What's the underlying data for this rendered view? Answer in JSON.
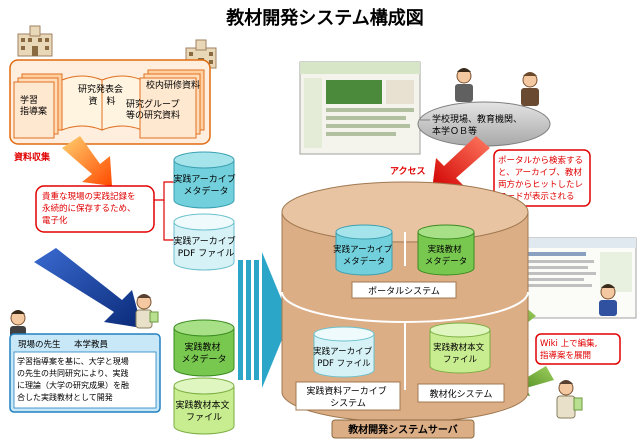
{
  "title": "教材開発システム構成図",
  "sources": {
    "col1": [
      "学習",
      "指導案"
    ],
    "col2": [
      "研究発表会",
      "資　料"
    ],
    "col3a": "校内研修資料",
    "col3b": [
      "研究グループ",
      "等の研究資料"
    ]
  },
  "label_collect": "資料収集",
  "label_access": "アクセス",
  "callout_digitize": [
    "貴重な現場の実践記録を",
    "永続的に保存するため、",
    "電子化"
  ],
  "callout_search": [
    "ポータルから検索する",
    "と、アーカイブ、教材",
    "両方からヒットしたレ",
    "コードが表示される"
  ],
  "callout_wiki": [
    "Wiki 上で編集,",
    "指導案を展開"
  ],
  "users_bubble": [
    "学校現場、教育機関、",
    "本学ＯＢ等"
  ],
  "teacher_box": {
    "header_a": "現場の先生",
    "header_b": "本学教員",
    "body": [
      "学習指導案を基に、大学と現場",
      "の先生の共同研究により、実践",
      "に理論（大学の研究成果）を融",
      "合した実践教材として開発"
    ]
  },
  "left_dbs": {
    "archive_meta": [
      "実践アーカイブ",
      "メタデータ"
    ],
    "archive_pdf": [
      "実践アーカイブ",
      "PDF ファイル"
    ],
    "material_meta": [
      "実践教材",
      "メタデータ"
    ],
    "material_body": [
      "実践教材本文",
      "ファイル"
    ]
  },
  "server": {
    "archive_meta": [
      "実践アーカイブ",
      "メタデータ"
    ],
    "material_meta": [
      "実践教材",
      "メタデータ"
    ],
    "portal": "ポータルシステム",
    "archive_pdf": [
      "実践アーカイブ",
      "PDF ファイル"
    ],
    "material_body": [
      "実践教材本文",
      "ファイル"
    ],
    "archive_system": [
      "実践資料アーカイブ",
      "システム"
    ],
    "material_system": "教材化システム",
    "server_label": "教材開発システムサーバ"
  },
  "colors": {
    "red": "#e00000",
    "cyan_db": "#72d0dc",
    "green_db": "#78c850",
    "lightgreen_db": "#c8ec90",
    "server_body": "#dcae86",
    "orange_arrow": "#ff5a00",
    "navy_arrow": "#143c96",
    "teal_arrow": "#2ba6c8",
    "green_arrow": "#4e8c20",
    "red_arrow": "#e81010"
  }
}
